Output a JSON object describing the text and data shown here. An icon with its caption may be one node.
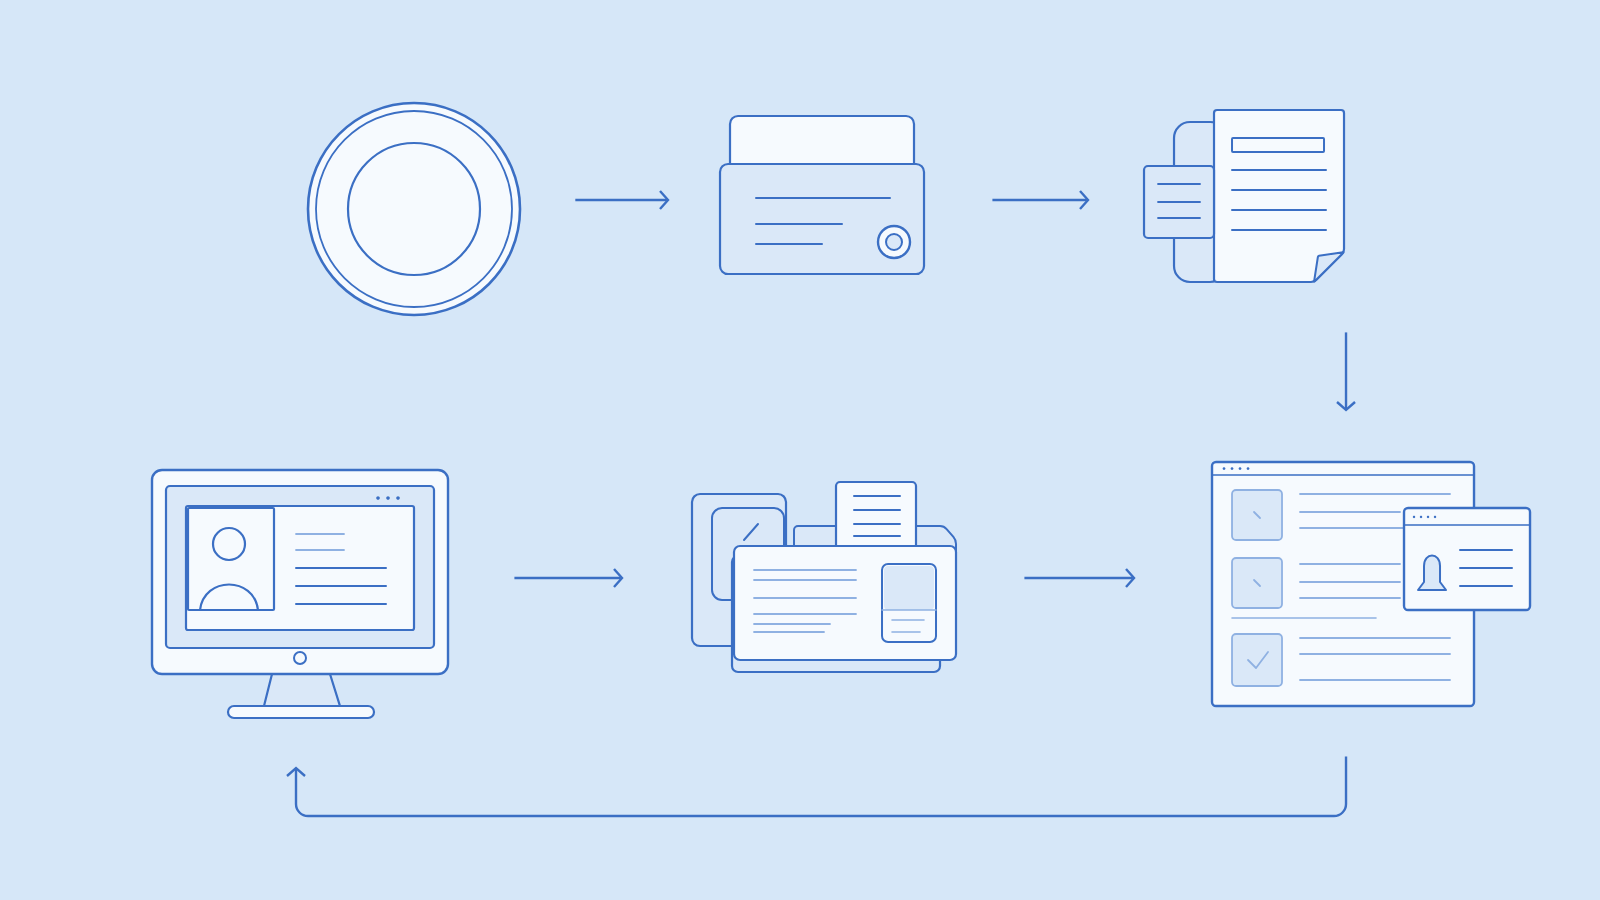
{
  "diagram": {
    "nodes": [
      {
        "text": [],
        "shape": "circle"
      },
      {
        "text": [],
        "shape": "picture"
      },
      {
        "text": [],
        "shape": "picture"
      },
      {
        "text": [],
        "shape": "picture"
      },
      {
        "text": [],
        "shape": "picture"
      },
      {
        "text": [],
        "shape": "picture"
      }
    ],
    "edges": [
      {
        "from": 0,
        "to": 1,
        "arrow": "to"
      },
      {
        "from": 1,
        "to": 2,
        "arrow": "to"
      },
      {
        "from": 2,
        "to": 5,
        "arrow": "to"
      },
      {
        "from": 3,
        "to": 4,
        "arrow": "to"
      },
      {
        "from": 4,
        "to": 5,
        "arrow": "to"
      },
      {
        "from": 5,
        "to": 3,
        "arrow": "to"
      }
    ]
  }
}
